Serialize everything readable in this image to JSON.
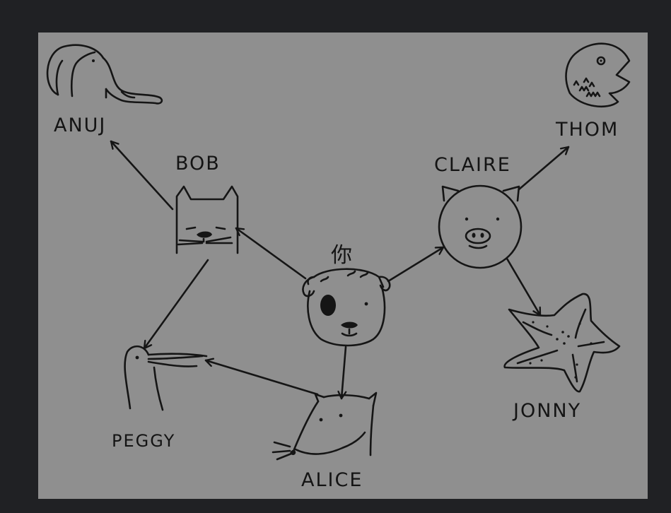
{
  "diagram": {
    "nodes": {
      "anuj": {
        "label": "ANUJ",
        "icon": "elephant-icon"
      },
      "bob": {
        "label": "BOB",
        "icon": "cat-icon"
      },
      "claire": {
        "label": "CLAIRE",
        "icon": "pig-icon"
      },
      "thom": {
        "label": "THOM",
        "icon": "fish-icon"
      },
      "you": {
        "label": "你",
        "icon": "dog-icon"
      },
      "jonny": {
        "label": "JONNY",
        "icon": "starfish-icon"
      },
      "peggy": {
        "label": "PEGGY",
        "icon": "duck-icon"
      },
      "alice": {
        "label": "ALICE",
        "icon": "rat-icon"
      }
    },
    "edges": [
      {
        "from": "you",
        "to": "bob"
      },
      {
        "from": "you",
        "to": "claire"
      },
      {
        "from": "you",
        "to": "alice"
      },
      {
        "from": "bob",
        "to": "anuj"
      },
      {
        "from": "bob",
        "to": "peggy"
      },
      {
        "from": "alice",
        "to": "peggy"
      },
      {
        "from": "claire",
        "to": "thom"
      },
      {
        "from": "claire",
        "to": "jonny"
      }
    ],
    "colors": {
      "background": "#202124",
      "panel": "#8f8f8f",
      "ink": "#151515"
    }
  }
}
